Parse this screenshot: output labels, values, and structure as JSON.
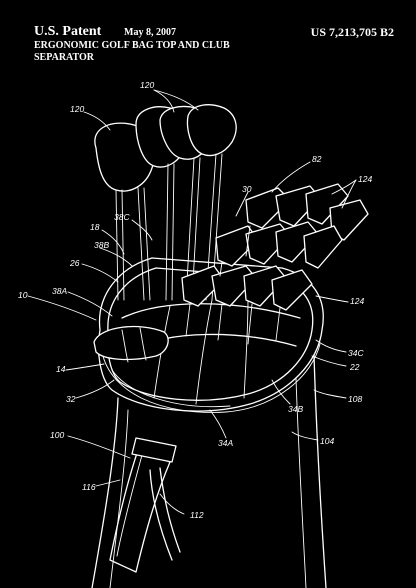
{
  "header": {
    "patent_label": "U.S. Patent",
    "date": "May 8, 2007",
    "patent_number": "US 7,213,705 B2",
    "title_line1": "ERGONOMIC GOLF BAG TOP AND CLUB",
    "title_line2": "SEPARATOR"
  },
  "refs": [
    "120",
    "120",
    "82",
    "30",
    "124",
    "38C",
    "18",
    "38B",
    "26",
    "10",
    "38A",
    "124",
    "34C",
    "22",
    "14",
    "32",
    "34B",
    "108",
    "34A",
    "100",
    "104",
    "116",
    "112"
  ],
  "colors": {
    "background": "#000000",
    "line": "#ffffff"
  }
}
